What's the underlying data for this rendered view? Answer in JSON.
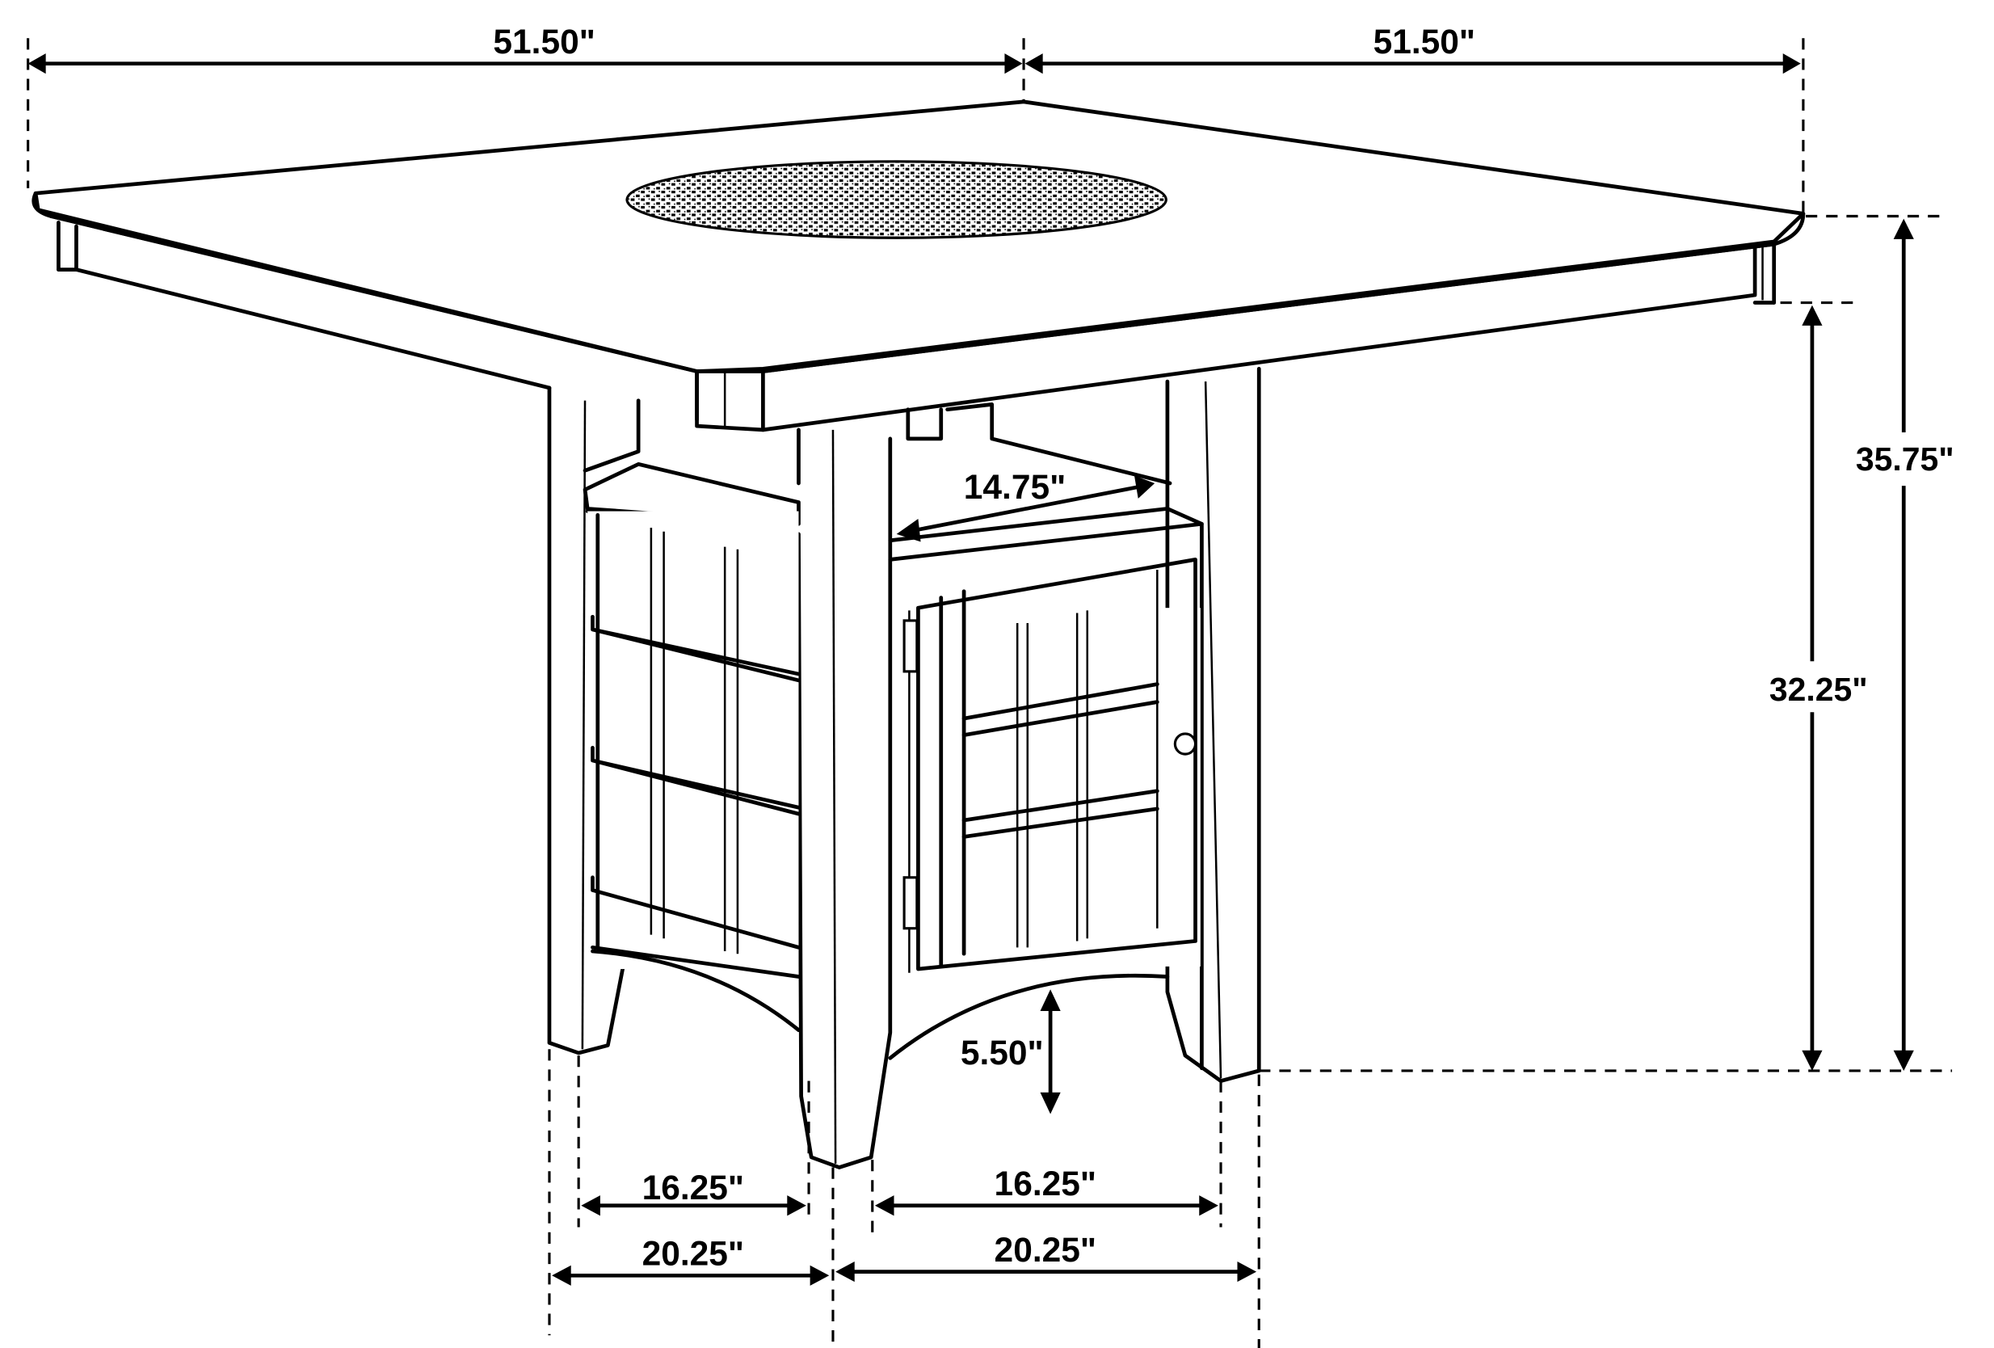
{
  "diagram": {
    "subject": "Counter height table with storage base",
    "dimensions": {
      "top_width_left": "51.50\"",
      "top_width_right": "51.50\"",
      "overall_height": "35.75\"",
      "apron_clearance_height": "32.25\"",
      "shelf_width": "14.75\"",
      "base_clearance": "5.50\"",
      "base_inner_left": "16.25\"",
      "base_inner_right": "16.25\"",
      "base_outer_left": "20.25\"",
      "base_outer_right": "20.25\""
    },
    "colors": {
      "line": "#000000",
      "background": "#ffffff",
      "lazy_susan_fill": "#6e6e6e"
    }
  }
}
